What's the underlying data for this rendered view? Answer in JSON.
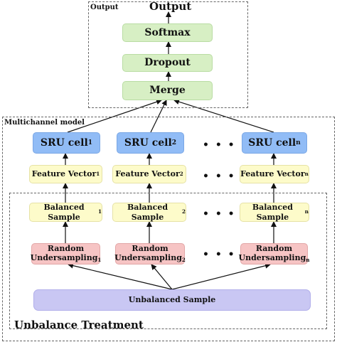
{
  "regions": {
    "output_label": "Output",
    "multichannel_label": "Multichannel model",
    "unbalance_label": "Unbalance Treatment"
  },
  "output_title": "Output",
  "output_layers": {
    "softmax": "Softmax",
    "dropout": "Dropout",
    "merge": "Merge"
  },
  "channels": [
    {
      "sru": "SRU cell",
      "feature": "Feature Vector",
      "balanced": "Balanced Sample",
      "random_line1": "Random",
      "random_line2": "Undersampling",
      "sub": "1"
    },
    {
      "sru": "SRU cell",
      "feature": "Feature Vector",
      "balanced": "Balanced Sample",
      "random_line1": "Random",
      "random_line2": "Undersampling",
      "sub": "2"
    },
    {
      "sru": "SRU cell",
      "feature": "Feature Vector",
      "balanced": "Balanced Sample",
      "random_line1": "Random",
      "random_line2": "Undersampling",
      "sub": "n"
    }
  ],
  "ellipsis": "• • •",
  "unbalanced_sample": "Unbalanced Sample"
}
